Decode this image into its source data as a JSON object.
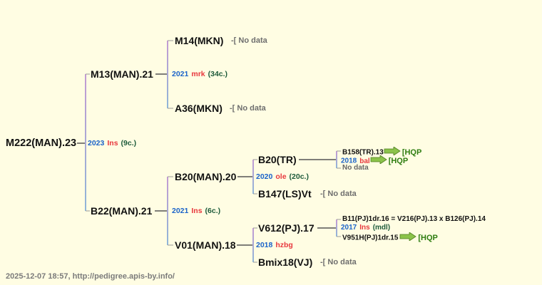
{
  "tree": {
    "root": {
      "label": "M222(MAN).23",
      "year": "2023",
      "code": "Ins",
      "count": "(9c.)"
    },
    "m13": {
      "label": "M13(MAN).21",
      "year": "2021",
      "code": "mrk",
      "count": "(34c.)"
    },
    "m14": {
      "label": "M14(MKN)",
      "nodata": "-[ No data"
    },
    "a36": {
      "label": "A36(MKN)",
      "nodata": "-[ No data"
    },
    "b22": {
      "label": "B22(MAN).21",
      "year": "2021",
      "code": "Ins",
      "count": "(6c.)"
    },
    "b20man": {
      "label": "B20(MAN).20",
      "year": "2020",
      "code": "ole",
      "count": "(20c.)"
    },
    "b20tr": {
      "label": "B20(TR)",
      "line1": "B158(TR).13",
      "year": "2018",
      "code": "bal",
      "line3": "No data",
      "hqp": "[HQP"
    },
    "b147": {
      "label": "B147(LS)Vt",
      "nodata": "-[ No data"
    },
    "v01": {
      "label": "V01(MAN).18",
      "year": "2018",
      "code": "hzbg"
    },
    "v612": {
      "label": "V612(PJ).17",
      "line1": "B11(PJ)1dr.16 = V216(PJ).13 x B126(PJ).14",
      "year": "2017",
      "code": "Ins",
      "count": "(mdl)",
      "line3": "V951H(PJ)1dr.15",
      "hqp": "[HQP"
    },
    "bmix": {
      "label": "Bmix18(VJ)",
      "nodata": "-[ No data"
    }
  },
  "footer": {
    "text": "2025-12-07 18:57, http://pedigree.apis-by.info/"
  },
  "colors": {
    "background": "#fffde3",
    "year": "#1a63c9",
    "code": "#e8383d",
    "count": "#1c5a3a",
    "nodata": "#6e6e6e",
    "bracket_top": "#c39bd3",
    "bracket_bottom": "#8fb6d8",
    "arrow": "#8bc34a"
  },
  "icons": {
    "hqp_arrow": "arrow-right-icon"
  }
}
